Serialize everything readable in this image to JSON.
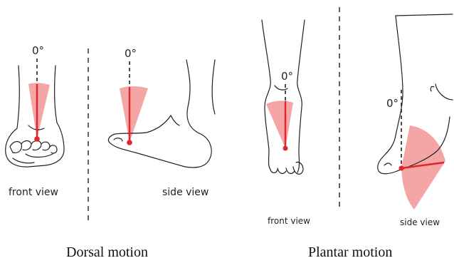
{
  "colors": {
    "range_fill": "#f4a6a6",
    "axis_line": "#e0262a",
    "outline": "#231f20",
    "divider": "#231f20"
  },
  "dorsal": {
    "caption": "Dorsal motion",
    "front_view": {
      "zero_label": "0°",
      "view_label": "front view"
    },
    "side_view": {
      "zero_label": "0°",
      "view_label": "side view"
    }
  },
  "plantar": {
    "caption": "Plantar motion",
    "front_view": {
      "zero_label": "0°",
      "view_label": "front view"
    },
    "side_view": {
      "zero_label": "0°",
      "view_label": "side view"
    }
  }
}
